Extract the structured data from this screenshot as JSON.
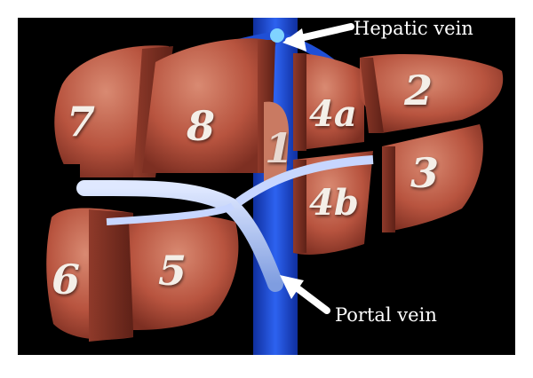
{
  "diagram": {
    "segments": [
      {
        "id": "s1",
        "label": "1"
      },
      {
        "id": "s2",
        "label": "2"
      },
      {
        "id": "s3",
        "label": "3"
      },
      {
        "id": "s4a",
        "label": "4a"
      },
      {
        "id": "s4b",
        "label": "4b"
      },
      {
        "id": "s5",
        "label": "5"
      },
      {
        "id": "s6",
        "label": "6"
      },
      {
        "id": "s7",
        "label": "7"
      },
      {
        "id": "s8",
        "label": "8"
      }
    ],
    "callouts": {
      "hepatic_vein": "Hepatic vein",
      "portal_vein": "Portal vein"
    },
    "colors": {
      "background": "#000000",
      "border": "#ffffff",
      "liver": "#b8543f",
      "vein": "#1f4fd6"
    }
  }
}
